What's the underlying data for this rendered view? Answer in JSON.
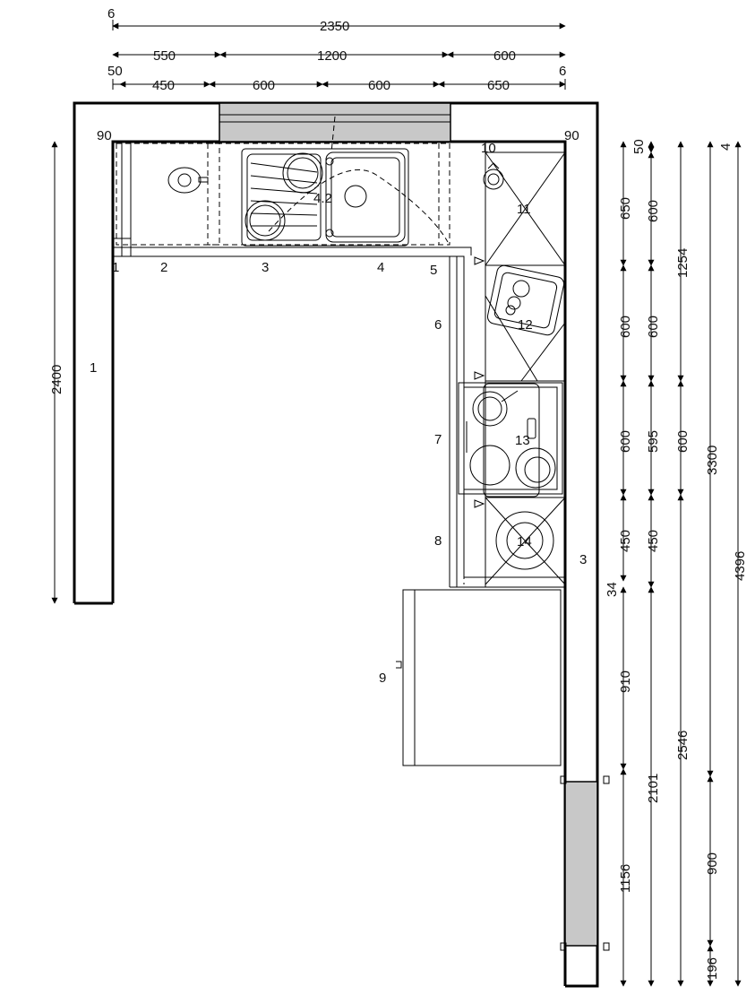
{
  "dimensions": {
    "top": {
      "row1": [
        "6",
        "2350"
      ],
      "row2": [
        "550",
        "1200",
        "600"
      ],
      "row3": [
        "50",
        "450",
        "600",
        "600",
        "650",
        "6"
      ]
    },
    "corners": [
      "90",
      "90"
    ],
    "left_wall": "2400",
    "right": {
      "col1": [
        "650",
        "600",
        "600",
        "450",
        "34",
        "910",
        "1156"
      ],
      "col2": [
        "50",
        "600",
        "600",
        "595",
        "450",
        "2101"
      ],
      "col3": [
        "1254",
        "600",
        "2546"
      ],
      "col4": [
        "3300",
        "900",
        "196"
      ],
      "col5": [
        "4",
        "4396"
      ]
    }
  },
  "labels": {
    "wall_left": "1",
    "wall_right": "3",
    "unit_1": "1",
    "unit_2": "2",
    "unit_3": "3",
    "unit_4": "4",
    "unit_5": "5",
    "unit_6": "6",
    "unit_7": "7",
    "unit_8": "8",
    "unit_9": "9",
    "sink": "4.2",
    "appliance_10": "10",
    "appliance_11": "11",
    "appliance_12": "12",
    "appliance_13": "13",
    "appliance_14": "14"
  },
  "colors": {
    "line": "#000000",
    "fill_window": "#c8c8c8",
    "background": "#ffffff"
  }
}
